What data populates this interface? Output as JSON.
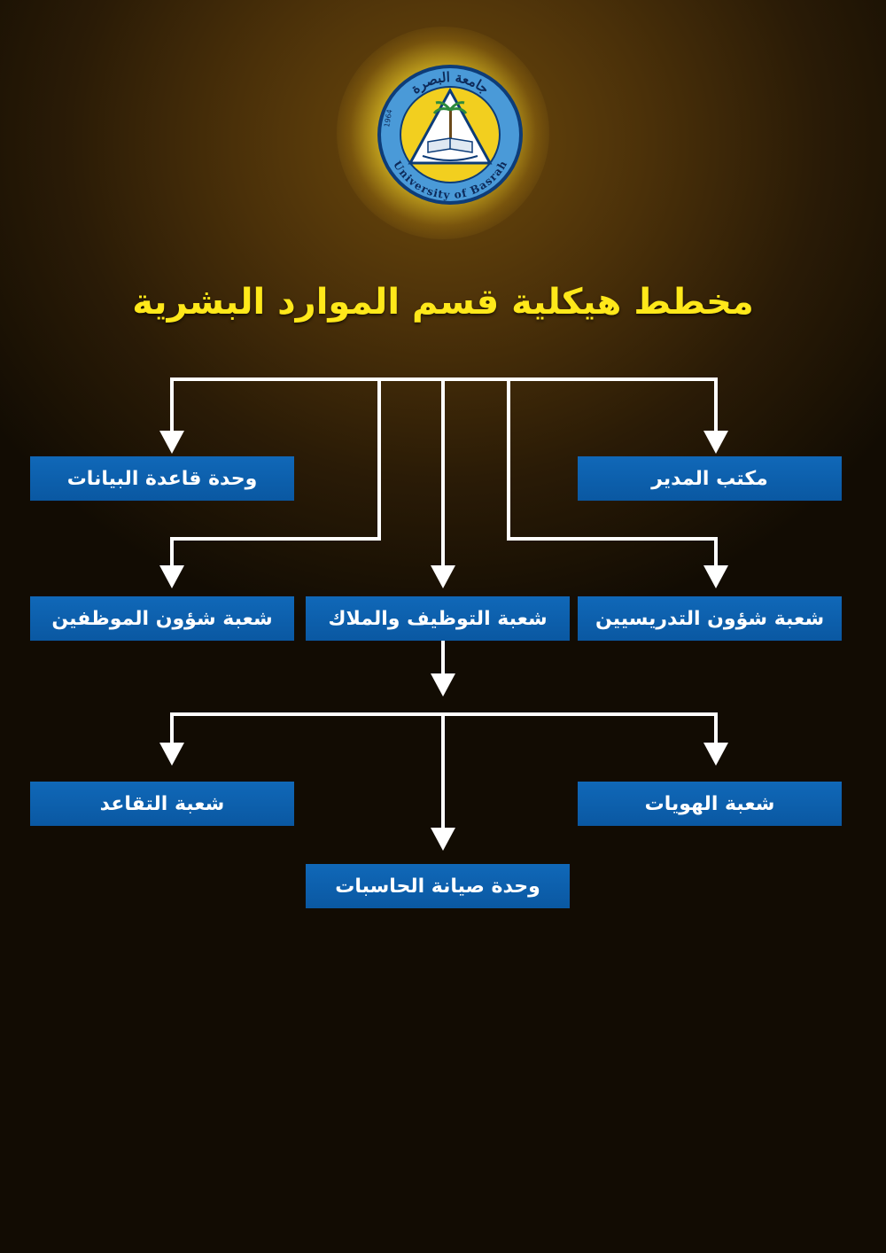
{
  "logo": {
    "name": "University of Basrah",
    "arabic_name": "جامعة البصرة",
    "year": "1964"
  },
  "title": "مخطط هيكلية  قسم الموارد البشرية",
  "units": {
    "director_office": "مكتب المدير",
    "database_unit": "وحدة قاعدة البيانات",
    "faculty_affairs": "شعبة شؤون التدريسيين",
    "recruitment": "شعبة التوظيف والملاك",
    "employee_affairs": "شعبة شؤون الموظفين",
    "identities": "شعبة الهويات",
    "retirement": "شعبة التقاعد",
    "computer_maintenance": "وحدة صيانة الحاسبات"
  },
  "colors": {
    "title": "#ffe81a",
    "box": "#0a5fab",
    "connector": "#ffffff",
    "logo_ring": "#4a9ad8"
  }
}
